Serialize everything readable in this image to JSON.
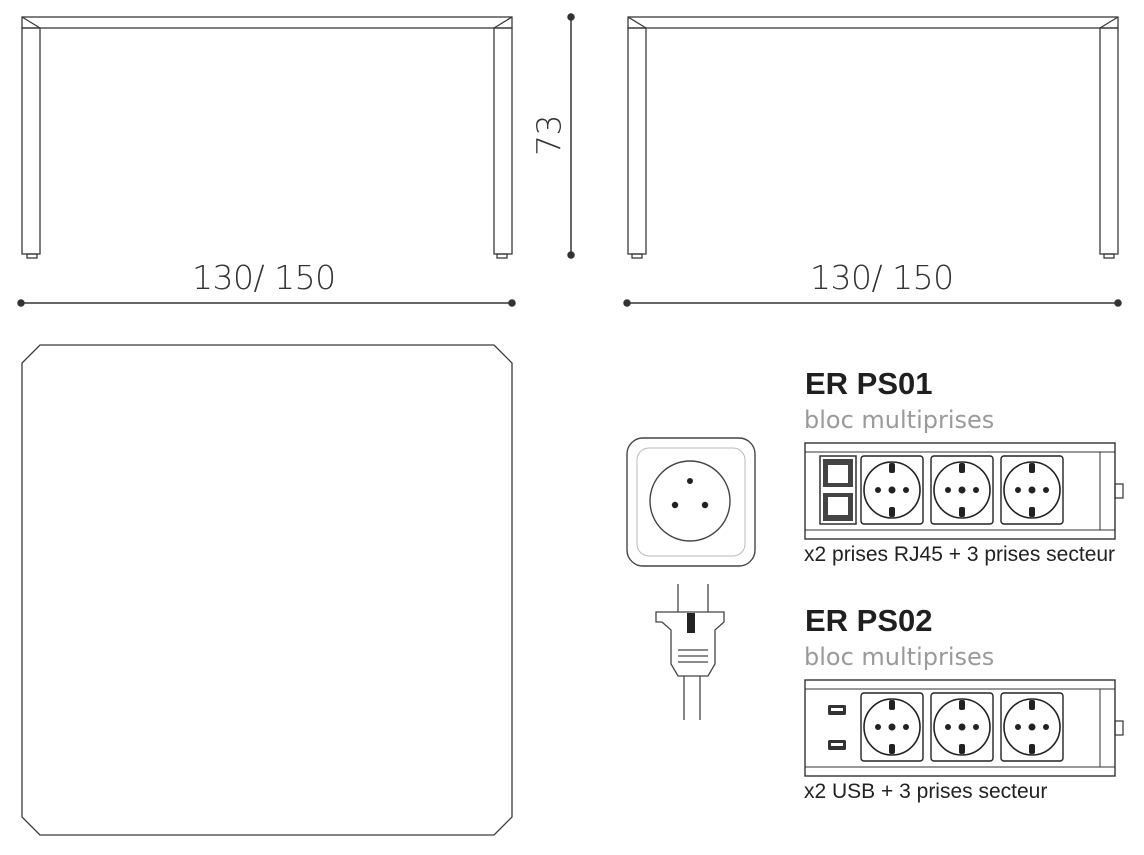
{
  "dimensions": {
    "front_width": "130/ 150",
    "side_width": "130/ 150",
    "height": "73"
  },
  "products": [
    {
      "code": "ER PS01",
      "subtitle": "bloc multiprises",
      "description": "x2 prises RJ45 + 3 prises secteur"
    },
    {
      "code": "ER PS02",
      "subtitle": "bloc multiprises",
      "description": "x2 USB + 3 prises secteur"
    }
  ],
  "icons": [
    "wall-socket-icon",
    "power-plug-icon",
    "power-strip-rj45-icon",
    "power-strip-usb-icon"
  ]
}
